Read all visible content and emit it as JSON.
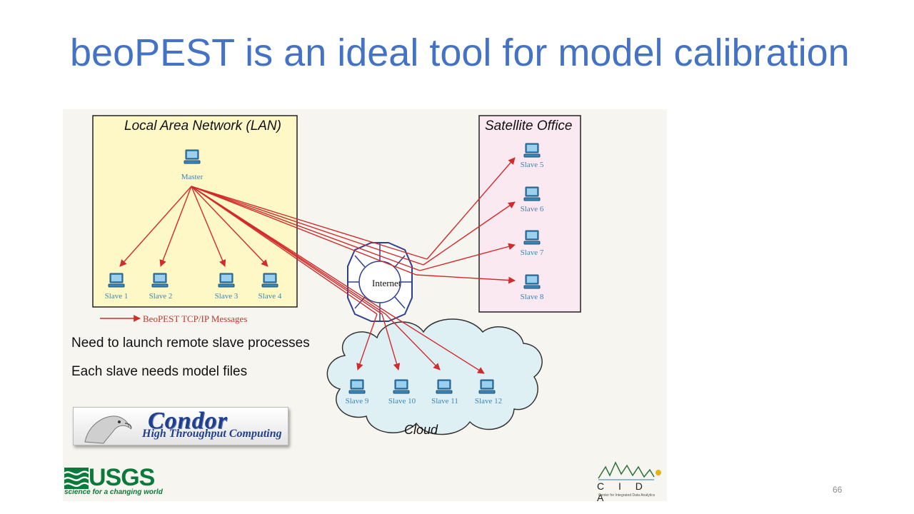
{
  "slide": {
    "title": "beoPEST is an ideal tool for model calibration",
    "slide_number": "66"
  },
  "diagram": {
    "lan_label": "Local Area Network (LAN)",
    "satellite_label": "Satellite Office",
    "internet_label": "Internet",
    "cloud_label": "Cloud",
    "legend_text": "BeoPEST TCP/IP Messages",
    "master_label": "Master",
    "slaves": [
      {
        "label": "Slave 1"
      },
      {
        "label": "Slave 2"
      },
      {
        "label": "Slave 3"
      },
      {
        "label": "Slave 4"
      },
      {
        "label": "Slave 5"
      },
      {
        "label": "Slave 6"
      },
      {
        "label": "Slave 7"
      },
      {
        "label": "Slave 8"
      },
      {
        "label": "Slave 9"
      },
      {
        "label": "Slave 10"
      },
      {
        "label": "Slave 11"
      },
      {
        "label": "Slave 12"
      }
    ],
    "notes": [
      "Need to launch remote slave processes",
      "Each slave needs model files"
    ]
  },
  "logos": {
    "condor_title": "Condor",
    "condor_subtitle": "High Throughput Computing",
    "usgs_name": "USGS",
    "usgs_tagline": "science for a changing world",
    "cida_name": "CIDA",
    "cida_tagline": "Center for Integrated Data Analytics"
  },
  "colors": {
    "title": "#4472c4",
    "arrow": "#d22b2b",
    "lan_fill": "#fdf8c6",
    "satellite_fill": "#fbe9f1",
    "cloud_fill": "#dff0f5",
    "computer": "#3a86b8"
  }
}
